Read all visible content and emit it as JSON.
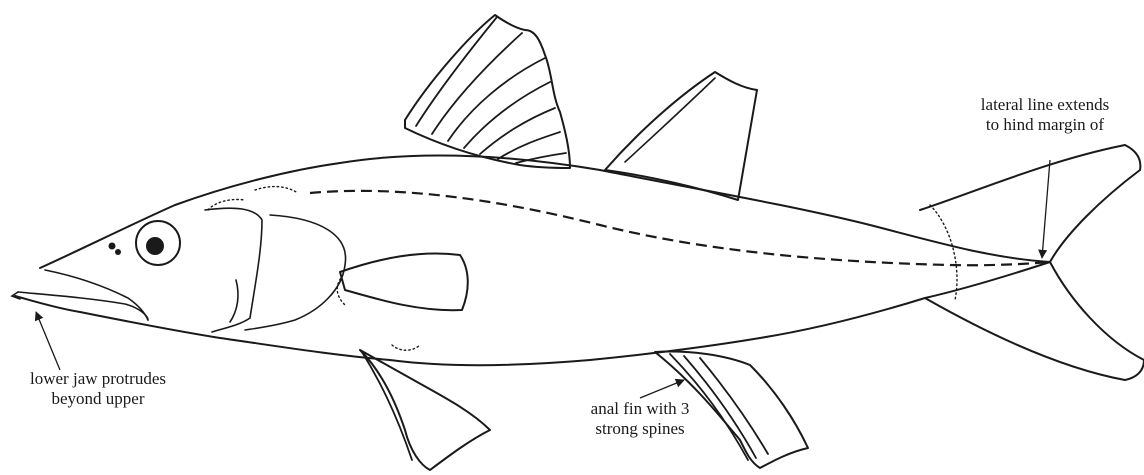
{
  "annotations": {
    "lateral_line": {
      "line1": "lateral line extends",
      "line2": "to hind margin of"
    },
    "lower_jaw": {
      "line1": "lower jaw protrudes",
      "line2": "beyond upper"
    },
    "anal_fin": {
      "line1": "anal fin with 3",
      "line2": "strong spines"
    }
  },
  "colors": {
    "ink": "#1a1a1a",
    "background": "#ffffff"
  }
}
